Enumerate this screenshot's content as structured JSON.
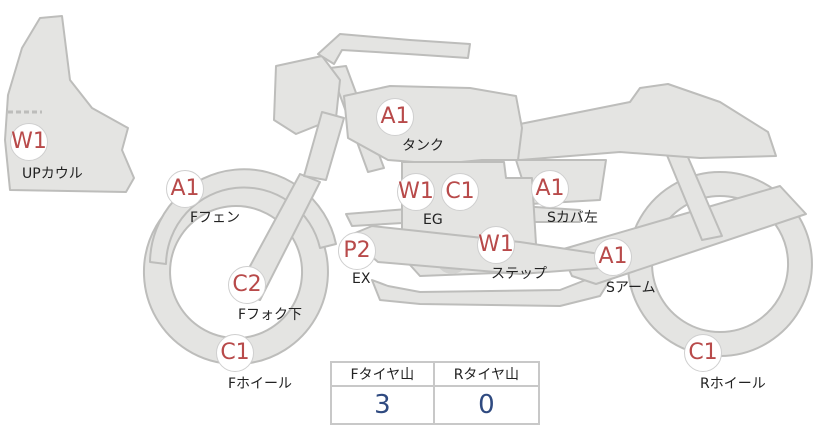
{
  "parts": {
    "up_cowl": {
      "code": "W1",
      "label": "UPカウル"
    },
    "tank": {
      "code": "A1",
      "label": "タンク"
    },
    "f_fender": {
      "code": "A1",
      "label": "Fフェン"
    },
    "engine": {
      "codes": [
        "W1",
        "C1"
      ],
      "label": "EG"
    },
    "s_cover_left": {
      "code": "A1",
      "label": "Sカバ左"
    },
    "exhaust": {
      "code": "P2",
      "label": "EX"
    },
    "step": {
      "code": "W1",
      "label": "ステップ"
    },
    "s_arm": {
      "code": "A1",
      "label": "Sアーム"
    },
    "f_fork_lower": {
      "code": "C2",
      "label": "Fフォク下"
    },
    "f_wheel": {
      "code": "C1",
      "label": "Fホイール"
    },
    "r_wheel": {
      "code": "C1",
      "label": "Rホイール"
    }
  },
  "tread": {
    "front_header": "Fタイヤ山",
    "rear_header": "Rタイヤ山",
    "front_value": "3",
    "rear_value": "0"
  },
  "colors": {
    "part_fill": "#e4e4e2",
    "part_stroke": "#bdbdbb",
    "code_text": "#b84a4a",
    "value_text": "#2f4a80"
  }
}
